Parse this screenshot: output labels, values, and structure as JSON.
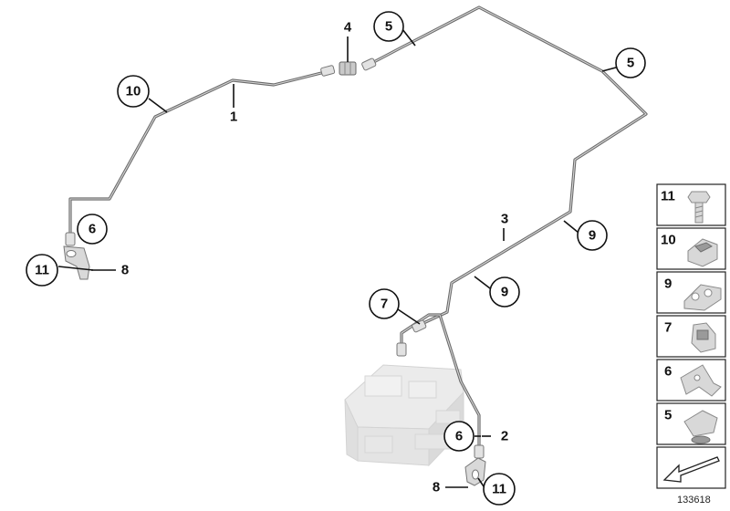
{
  "callouts": {
    "c_4": "4",
    "c_5a": "5",
    "c_5b": "5",
    "c_10": "10",
    "c_1": "1",
    "c_6a": "6",
    "c_11a": "11",
    "c_8a": "8",
    "c_3": "3",
    "c_9a": "9",
    "c_9b": "9",
    "c_7": "7",
    "c_6b": "6",
    "c_2": "2",
    "c_8b": "8",
    "c_11b": "11"
  },
  "legend": {
    "items": [
      {
        "number": "11",
        "icon": "bolt-icon"
      },
      {
        "number": "10",
        "icon": "clip-icon"
      },
      {
        "number": "9",
        "icon": "double-clip-icon"
      },
      {
        "number": "7",
        "icon": "holder-icon"
      },
      {
        "number": "6",
        "icon": "bracket-icon"
      },
      {
        "number": "5",
        "icon": "grommet-clip-icon"
      },
      {
        "number": "",
        "icon": "arrow-icon"
      }
    ]
  },
  "reference_number": "133618"
}
